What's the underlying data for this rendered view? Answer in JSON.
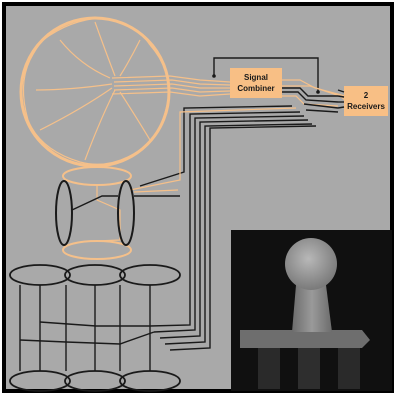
{
  "blocks": {
    "combiner": {
      "line1": "Signal",
      "line2": "Combiner"
    },
    "receivers": {
      "line1": "2",
      "line2": "Receivers"
    }
  },
  "colors": {
    "panel_border": "#000000",
    "panel_fill": "#a9a9a9",
    "orange": "#f5c08a",
    "orange_box": "#f8bf85",
    "dark_wire": "#1a1a1a",
    "inset_bg": "#101010"
  },
  "inset": {
    "content": "grayscale MRI phantom image (mushroom-shaped object)"
  }
}
